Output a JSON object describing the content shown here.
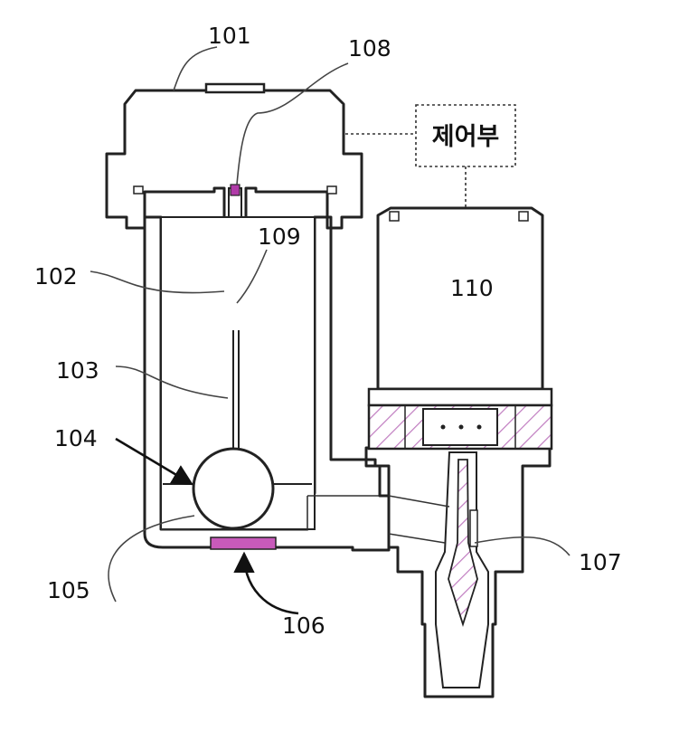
{
  "figure": {
    "labels": {
      "l101": "101",
      "l102": "102",
      "l103": "103",
      "l104": "104",
      "l105": "105",
      "l106": "106",
      "l107": "107",
      "l108": "108",
      "l109": "109",
      "l110": "110"
    },
    "controller_label": "제어부"
  },
  "colors": {
    "hatch": "#c07cc0",
    "outline": "#222222",
    "accent": "#b03aa8",
    "leader": "#444444"
  }
}
